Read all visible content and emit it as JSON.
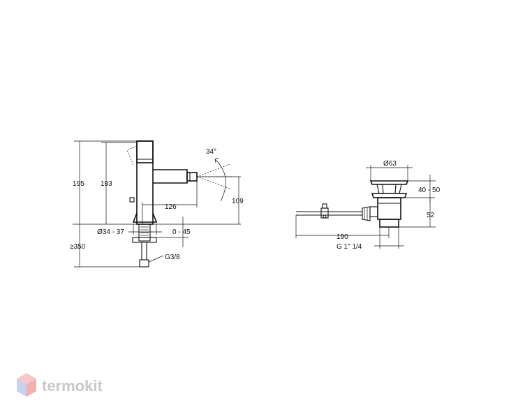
{
  "colors": {
    "line": "#111111",
    "background": "#ffffff",
    "watermark_text": "#c9c9c9",
    "logo_top": "#f6c9c9",
    "logo_left": "#c6d2ee",
    "logo_right": "#f3b0b0"
  },
  "icons": {
    "logo": "hexagon-cube-icon"
  },
  "faucet": {
    "height_total": "195",
    "height_body": "193",
    "spout_reach": "126",
    "spout_height": "109",
    "spray_angle": "34°",
    "hole_diameter": "Ø34 - 37",
    "deck_thickness": "0 - 45",
    "hose_length": "≥350",
    "thread": "G3/8"
  },
  "waste": {
    "plug_diameter": "Ø63",
    "plug_adjust": "40 - 50",
    "body_height": "52",
    "rod_length": "190",
    "thread": "G 1\" 1/4"
  },
  "watermark": {
    "text": "termokit"
  }
}
